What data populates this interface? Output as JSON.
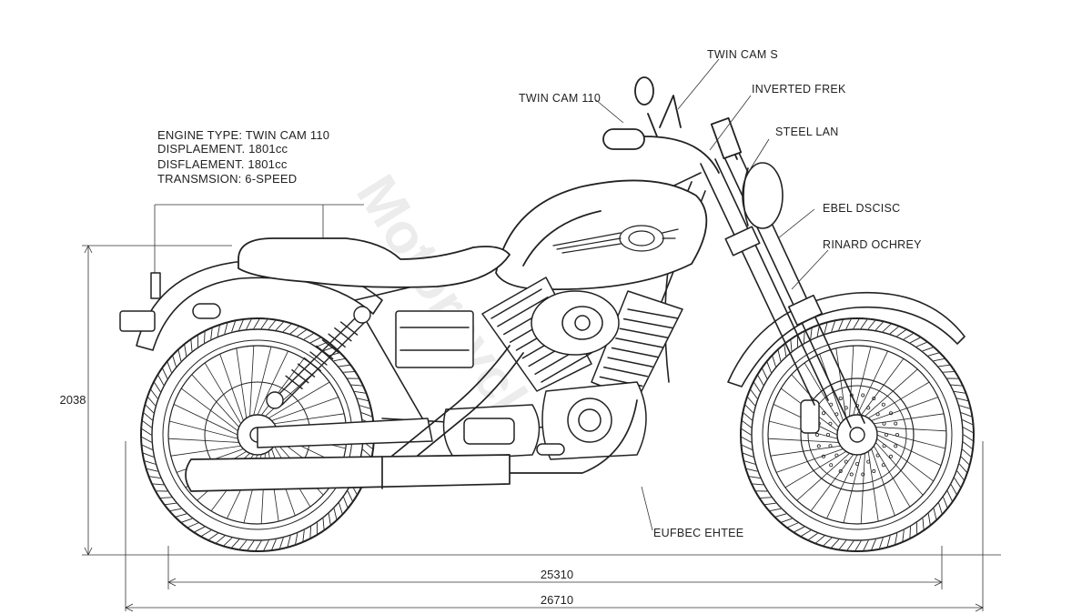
{
  "specs": {
    "engine_type": "ENGINE TYPE: TWIN CAM 110",
    "displacement_1": "DISPLAEMENT. 1801cc",
    "displacement_2": "DISFLAEMENT. 1801cc",
    "transmission": "TRANSMSION: 6-SPEED"
  },
  "callouts": {
    "twin_cam_s": "TWIN CAM S",
    "twin_cam_110": "TWIN CAM 110",
    "inverted_fork": "INVERTED FREK",
    "steel_frame": "STEEL LAN",
    "brake_disc": "EBEL DSCISC",
    "front_wheel": "RINARD OCHREY",
    "exhaust": "EUFBEC EHTEE"
  },
  "dimensions": {
    "height": "2038",
    "wheelbase": "25310",
    "overall_length": "26710"
  },
  "watermark": "Motorcycle"
}
